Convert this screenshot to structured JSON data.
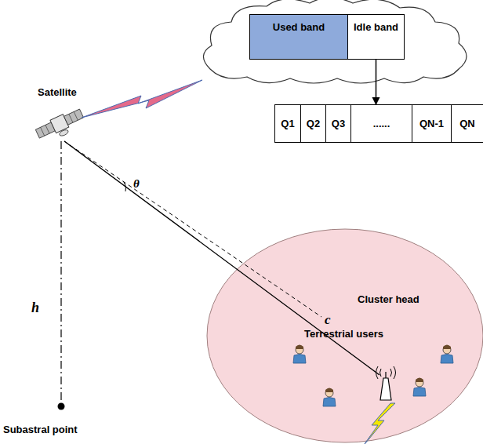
{
  "diagram": {
    "nodes": [
      {
        "text": [
          "Used band"
        ]
      },
      {
        "text": [
          "Idle band"
        ]
      },
      {
        "text": [
          "Q1"
        ]
      },
      {
        "text": [
          "Q2"
        ]
      },
      {
        "text": [
          "Q3"
        ]
      },
      {
        "text": [
          "......"
        ]
      },
      {
        "text": [
          "QN-1"
        ]
      },
      {
        "text": [
          "QN"
        ]
      }
    ],
    "edges": [
      {
        "from": 1,
        "to": 5,
        "arrow": "to"
      }
    ],
    "labels": [
      "Satellite",
      "h",
      "θ",
      "c",
      "Cluster head",
      "Terrestrial users",
      "Subastral point"
    ]
  }
}
